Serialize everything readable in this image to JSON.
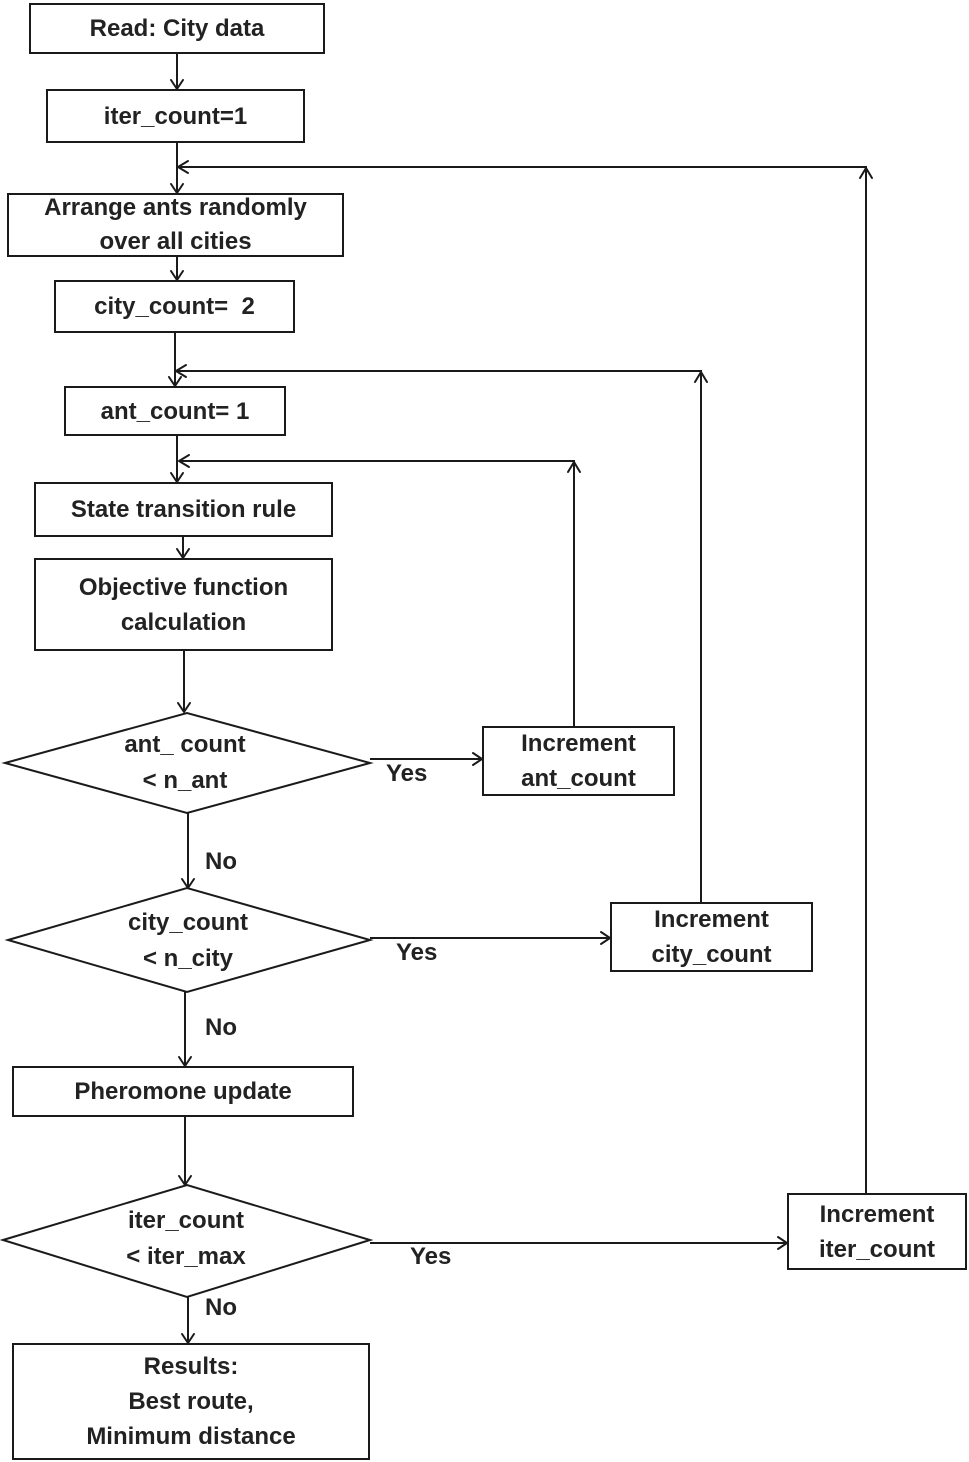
{
  "nodes": {
    "read": "Read: City data",
    "iter_init": "iter_count=1",
    "arrange": [
      "Arrange ants randomly",
      "over all cities"
    ],
    "city_init": "city_count=  2",
    "ant_init": "ant_count= 1",
    "state_rule": "State transition rule",
    "objective": [
      "Objective function",
      "calculation"
    ],
    "ant_check": [
      "ant_ count",
      "< n_ant"
    ],
    "inc_ant": [
      "Increment",
      "ant_count"
    ],
    "city_check": [
      "city_count",
      "< n_city"
    ],
    "inc_city": [
      "Increment",
      "city_count"
    ],
    "pheromone": "Pheromone update",
    "iter_check": [
      "iter_count",
      "< iter_max"
    ],
    "inc_iter": [
      "Increment",
      "iter_count"
    ],
    "results": [
      "Results:",
      "Best route,",
      "Minimum distance"
    ]
  },
  "labels": {
    "yes_ant": "Yes",
    "no_ant": "No",
    "yes_city": "Yes",
    "no_city": "No",
    "yes_iter": "Yes",
    "no_iter": "No"
  },
  "colors": {
    "line": "#1a1a1a",
    "text": "#222222",
    "background": "#ffffff"
  }
}
